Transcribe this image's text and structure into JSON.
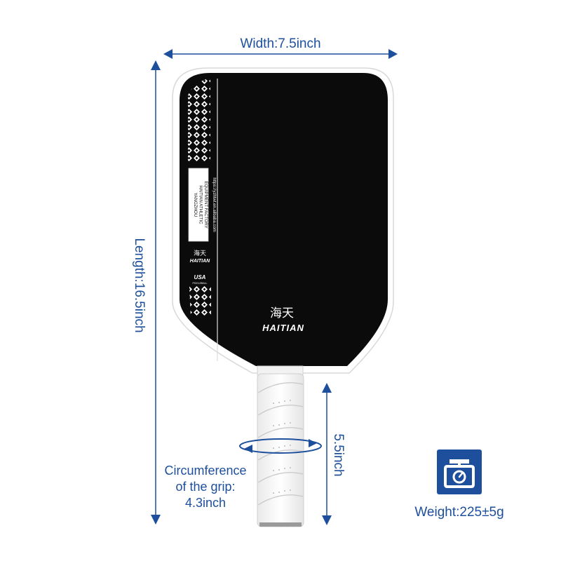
{
  "dimensions": {
    "width_label": "Width:7.5inch",
    "length_label": "Length:16.5inch",
    "handle_length_label": "5.5inch",
    "grip_circumference_label": [
      "Circumference",
      "of the grip:",
      "4.3inch"
    ],
    "weight_label": "Weight:225±5g"
  },
  "paddle": {
    "brand_cn": "海天",
    "brand_en": "HAITIAN",
    "side_box_lines": [
      "YANGZHOU",
      "HAITIAN ATHLETIC",
      "EQUIPMENT FACTORY"
    ],
    "side_url": "https://yzhtwt.en.alibaba.com",
    "usa_badge": "USA",
    "usa_sub": "PICKLEBALL"
  },
  "colors": {
    "accent": "#1d4f9c",
    "paddle_face": "#0b0b0b",
    "edge_guard": "#ffffff",
    "grip": "#ffffff"
  },
  "icons": {
    "scale": "weighing-scale-icon"
  }
}
